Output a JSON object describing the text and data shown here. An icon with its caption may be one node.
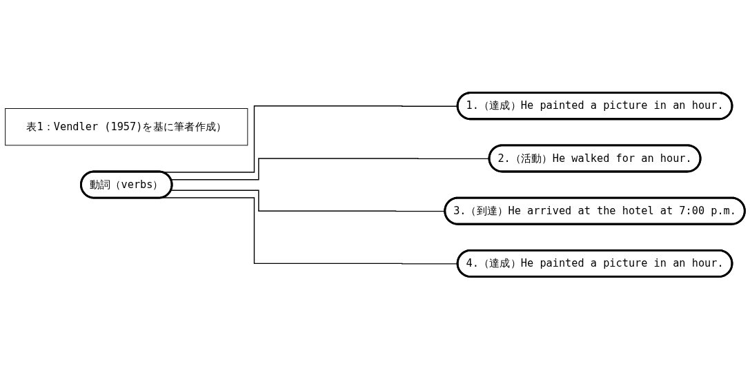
{
  "diagram": {
    "nodes": [
      {
        "text": [
          "動詞（verbs）"
        ]
      },
      {
        "text": [
          "表1：Vendler (1957)を基に筆者作成）"
        ]
      },
      {
        "text": [
          "1.（達成）He painted a picture in an hour."
        ]
      },
      {
        "text": [
          "2.（活動）He walked for an hour."
        ]
      },
      {
        "text": [
          "3.（到達）He arrived at the hotel at 7:00 p.m."
        ]
      },
      {
        "text": [
          "4.（達成）He painted a picture in an hour."
        ]
      }
    ],
    "edges": [
      {
        "from": 0,
        "to": 2,
        "arrow": "none"
      },
      {
        "from": 0,
        "to": 3,
        "arrow": "none"
      },
      {
        "from": 0,
        "to": 4,
        "arrow": "none"
      },
      {
        "from": 0,
        "to": 5,
        "arrow": "none"
      }
    ]
  }
}
